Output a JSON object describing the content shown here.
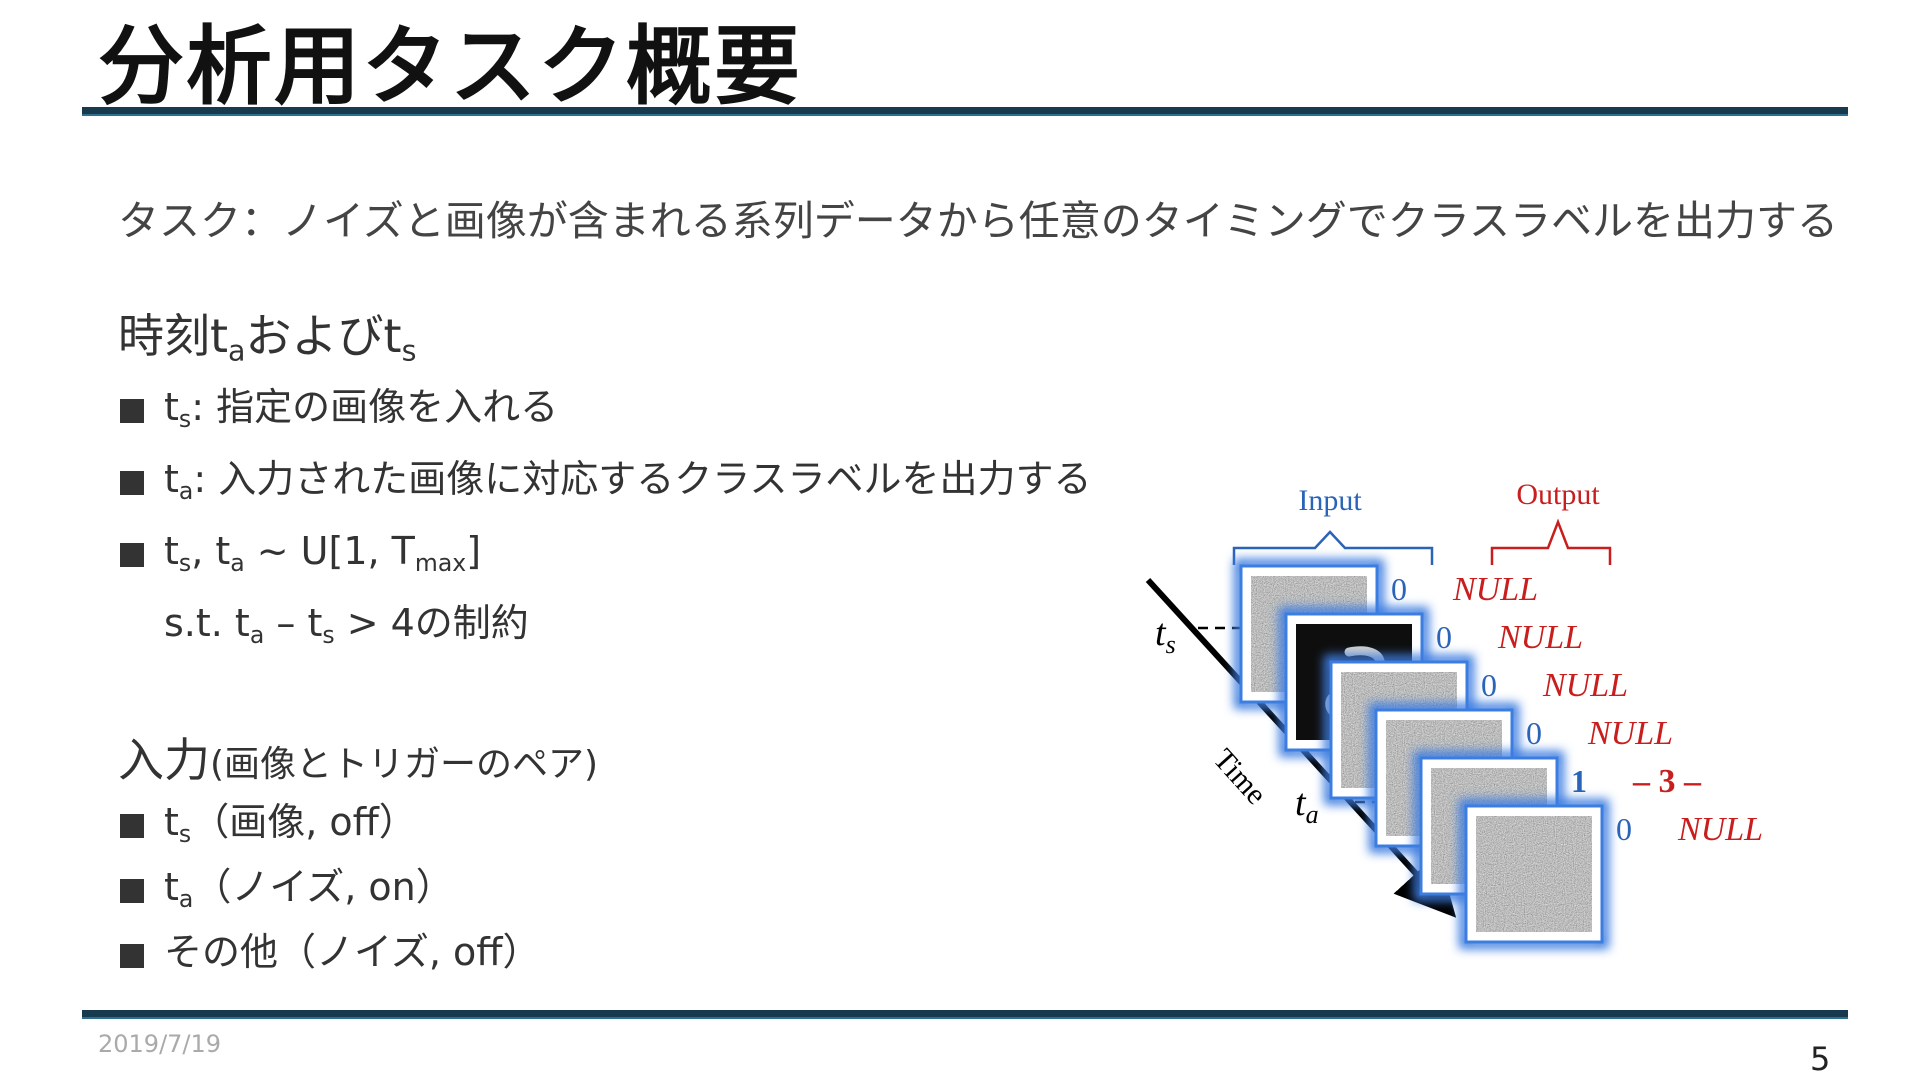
{
  "title": "分析用タスク概要",
  "task": "タスク：ノイズと画像が含まれる系列データから任意のタイミングでクラスラベルを出力する",
  "section1": {
    "prefix": "時刻t",
    "sub_a": "a",
    "mid": "およびt",
    "sub_s": "s"
  },
  "bullets1": {
    "b1": {
      "t": "t",
      "sub": "s",
      "text": ": 指定の画像を入れる"
    },
    "b2": {
      "t": "t",
      "sub": "a",
      "text": ": 入力された画像に対応するクラスラベルを出力する"
    },
    "b3": {
      "t1": "t",
      "sub1": "s",
      "sep": ", t",
      "sub2": "a",
      "mid": " ~ U[1, T",
      "sub3": "max",
      "end": "]"
    },
    "b4": {
      "pre": "s.t. t",
      "sub1": "a",
      "mid": " – t",
      "sub2": "s",
      "end": " > 4の制約"
    }
  },
  "section2": {
    "main": "入力",
    "paren": "(画像とトリガーのペア)"
  },
  "bullets2": [
    {
      "t": "t",
      "sub": "s",
      "text": "（画像, off）"
    },
    {
      "t": "t",
      "sub": "a",
      "text": "（ノイズ, on）"
    },
    {
      "t": "",
      "sub": "",
      "text": "その他（ノイズ, off）"
    }
  ],
  "figure": {
    "input_label": "Input",
    "output_label": "Output",
    "time_label": "Time",
    "ts_label": "t",
    "ts_sub": "s",
    "ta_label": "t",
    "ta_sub": "a",
    "frames": [
      {
        "kind": "noise",
        "trigger": "0",
        "output": "NULL"
      },
      {
        "kind": "digit",
        "trigger": "0",
        "output": "NULL"
      },
      {
        "kind": "noise",
        "trigger": "0",
        "output": "NULL"
      },
      {
        "kind": "noise",
        "trigger": "0",
        "output": "NULL"
      },
      {
        "kind": "noise",
        "trigger": "1",
        "output": "– 3 –"
      },
      {
        "kind": "noise",
        "trigger": "0",
        "output": "NULL"
      }
    ],
    "colors": {
      "input": "#2a64b8",
      "output": "#c81e1e",
      "arrow": "#000000"
    }
  },
  "footer": {
    "date": "2019/7/19",
    "page": "5"
  }
}
